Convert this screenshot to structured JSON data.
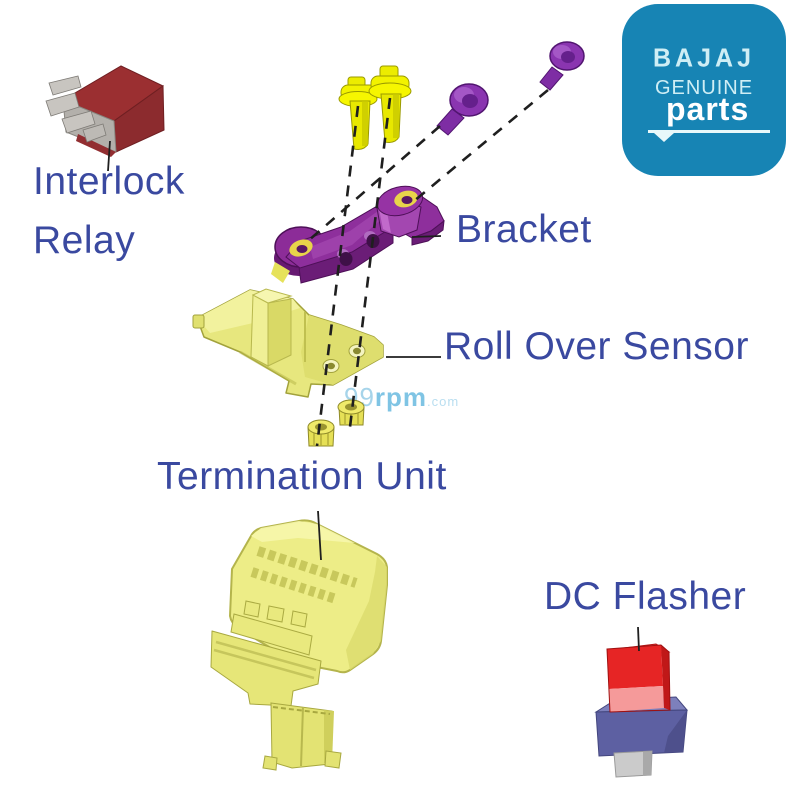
{
  "labels": {
    "interlock_line1": "Interlock",
    "interlock_line2": "Relay",
    "bracket": "Bracket",
    "roll_over_sensor": "Roll Over Sensor",
    "termination_unit": "Termination Unit",
    "dc_flasher": "DC Flasher",
    "text_color": "#3a49a0"
  },
  "logo": {
    "brand": "BAJAJ",
    "genuine": "GENUINE",
    "parts": "parts",
    "background_color": "#1784b4",
    "text_color": "#cfeef5",
    "parts_text_color": "#ffffff"
  },
  "watermark": {
    "num": "99",
    "rpm": "rpm",
    "dotcom": ".com",
    "color": "#8ecae6"
  },
  "parts": {
    "interlock_relay": {
      "icon": "relay-3d-graphic",
      "body_color": "#9b2f31",
      "pin_color": "#c8c5c0"
    },
    "mounting_screws": {
      "icon": "screw-3d-graphic",
      "count": 2,
      "color": "#f2f200"
    },
    "grommets": {
      "icon": "grommet-3d-graphic",
      "count": 2,
      "color": "#8a35b0"
    },
    "bracket": {
      "icon": "bracket-3d-graphic",
      "color": "#8e2f9c",
      "hole_ring_color": "#e8d44a"
    },
    "roll_over_sensor": {
      "icon": "sensor-3d-graphic",
      "color": "#e7e77e"
    },
    "nuts": {
      "icon": "nut-3d-graphic",
      "count": 2,
      "color": "#e6e056"
    },
    "termination_unit": {
      "icon": "termination-unit-3d-graphic",
      "color": "#eded87"
    },
    "dc_flasher": {
      "icon": "flasher-3d-graphic",
      "top_color": "#e62525",
      "band_color": "#f59a9a",
      "base_color": "#5d60a2",
      "stem_color": "#cbcbcb"
    }
  }
}
